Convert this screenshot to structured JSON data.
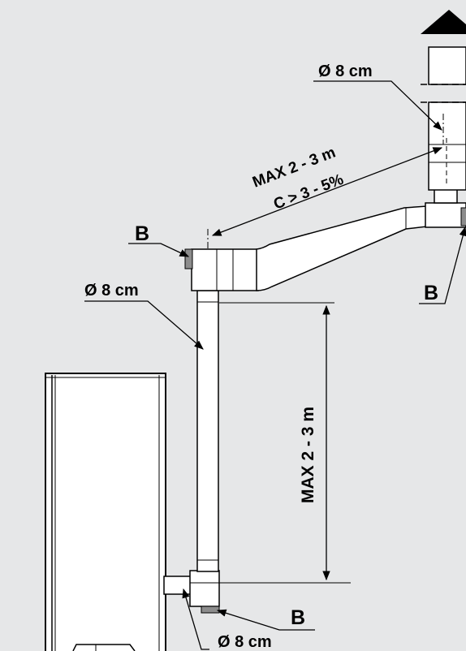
{
  "labels": {
    "diameter_top": "Ø 8 cm",
    "diameter_left": "Ø 8 cm",
    "diameter_bottom": "Ø 8 cm",
    "b_left": "B",
    "b_right": "B",
    "b_bottom": "B",
    "slope_length": "MAX 2 - 3 m",
    "slope_grade": "C > 3 - 5%",
    "vertical_length": "MAX 2 - 3 m"
  },
  "colors": {
    "background": "#e6e7e8",
    "pipe_fill": "#ffffff",
    "stroke": "#000000",
    "gasket": "#8c8c8c"
  }
}
